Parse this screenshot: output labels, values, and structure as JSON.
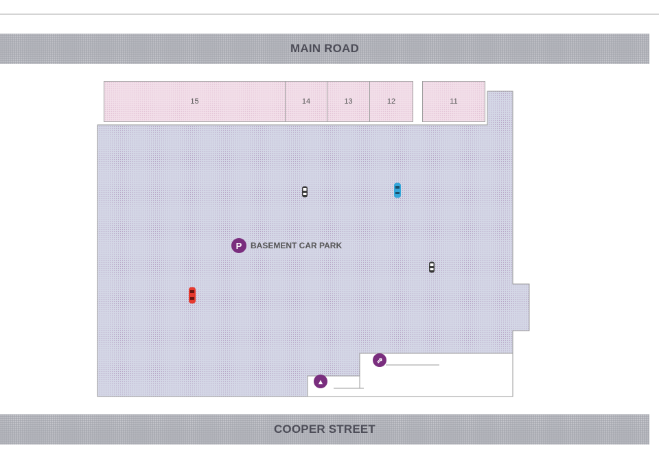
{
  "roads": {
    "north": "MAIN ROAD",
    "south": "COOPER STREET"
  },
  "shops": [
    {
      "number": "15"
    },
    {
      "number": "14"
    },
    {
      "number": "13"
    },
    {
      "number": "12"
    },
    {
      "number": "11"
    }
  ],
  "carpark": {
    "label": "BASEMENT CAR PARK",
    "icon_letter": "P"
  },
  "colors": {
    "road": "#a9abb2",
    "carpark_fill": "#d4d7e6",
    "shop_fill": "#f2dfe9",
    "accent": "#7a2e7e",
    "car_red": "#e53a2f",
    "car_blue": "#34a6d9",
    "car_dark": "#3a3a3a"
  },
  "icons": [
    "parking-icon",
    "travelator-icon",
    "elevator-icon",
    "car-icon"
  ]
}
